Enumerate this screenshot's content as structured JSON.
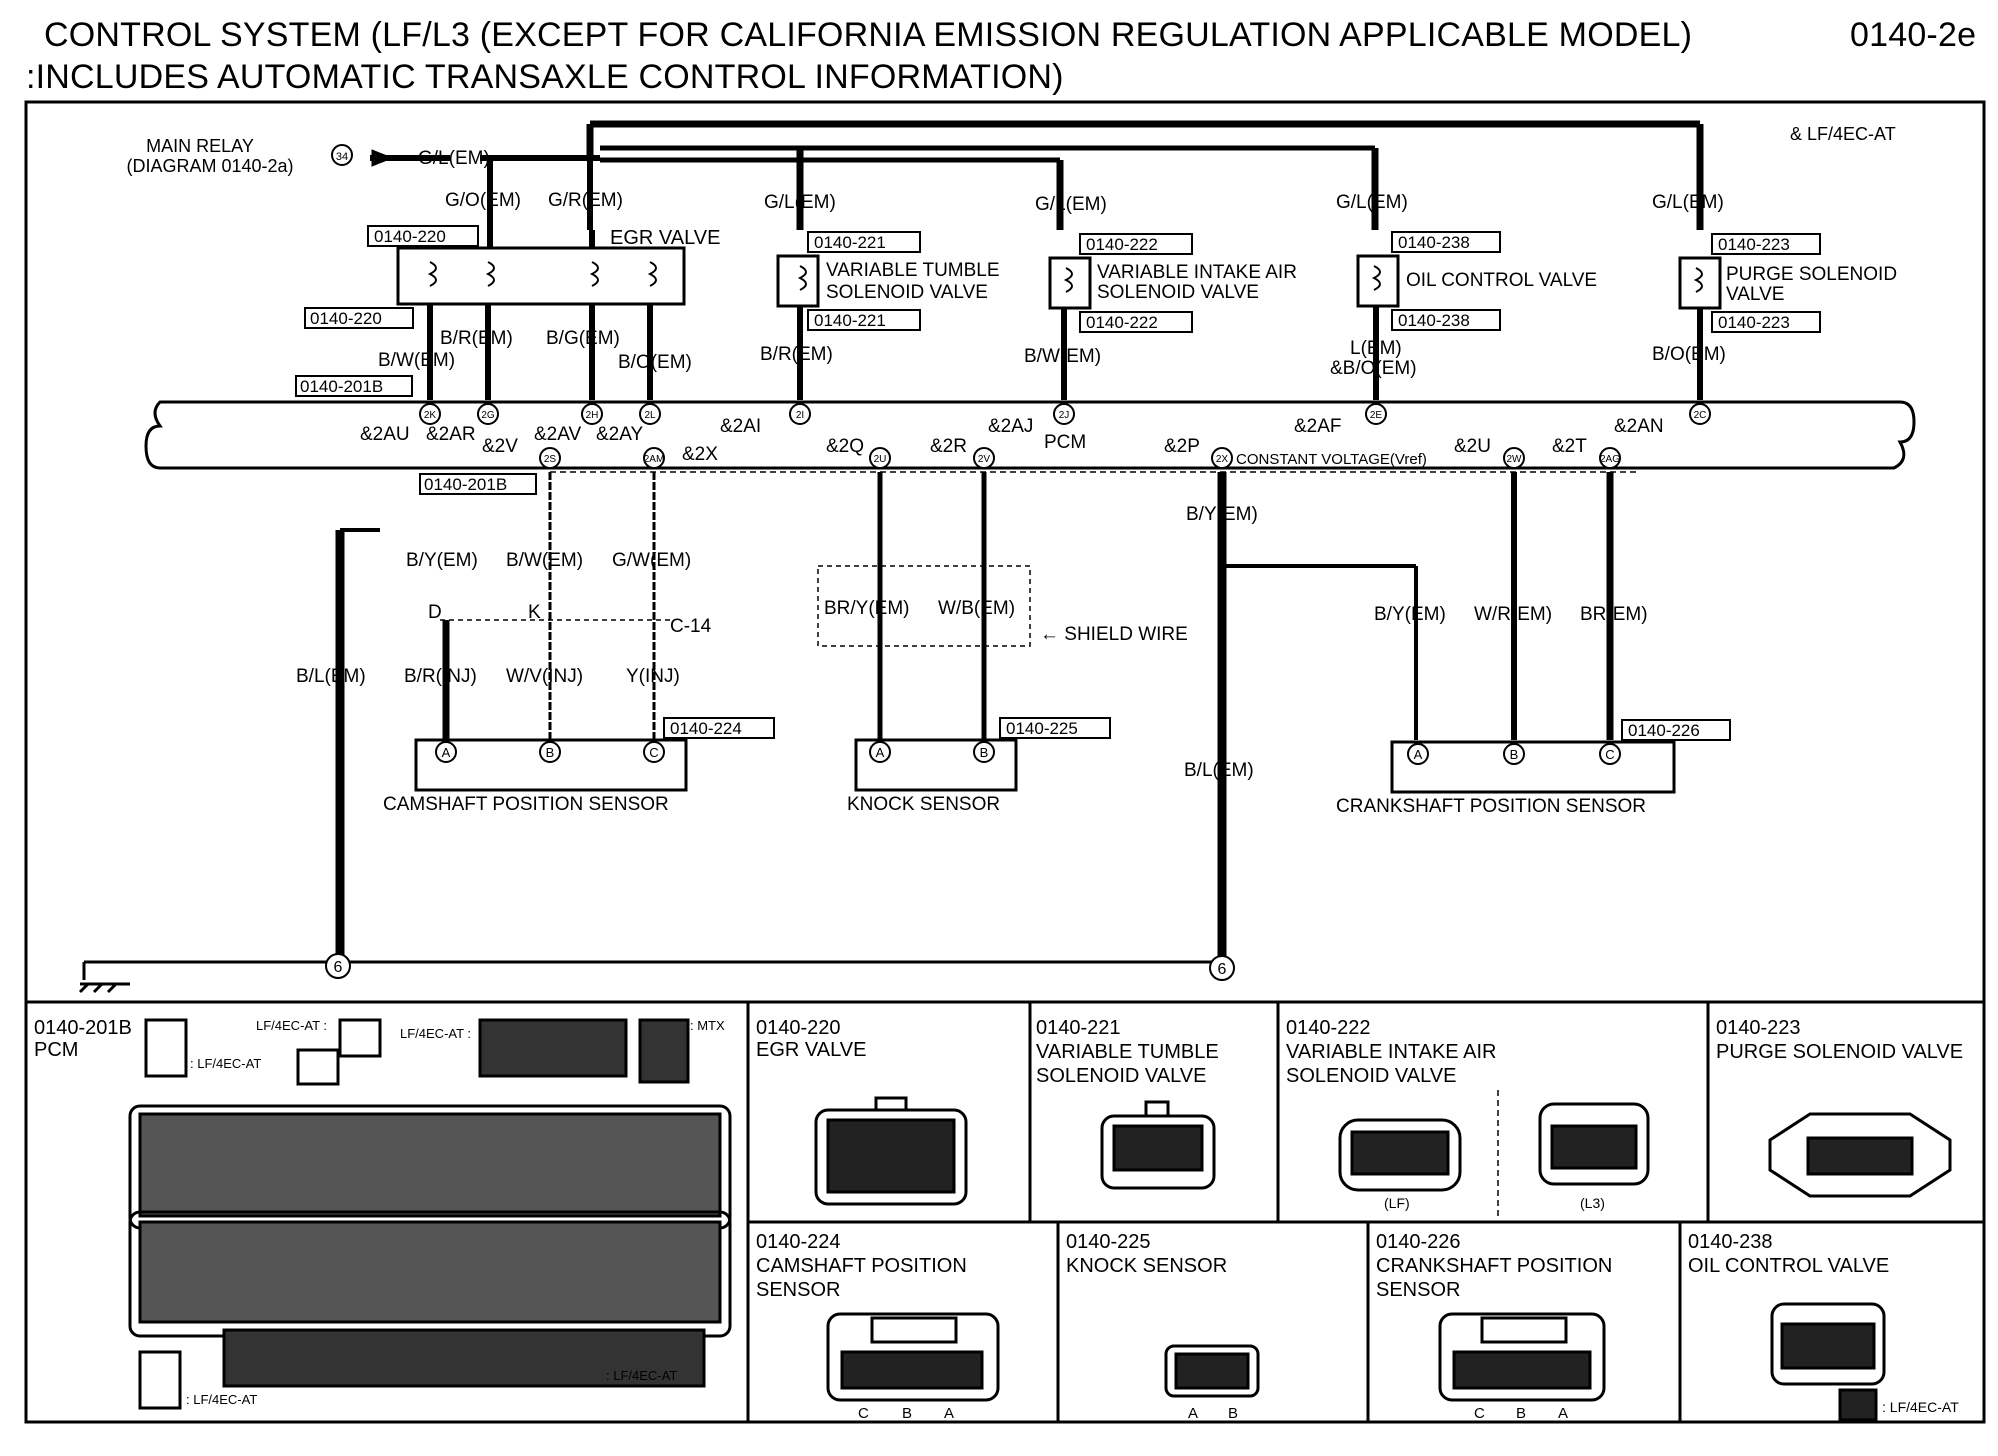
{
  "header": {
    "title_line1": "CONTROL SYSTEM (LF/L3 (EXCEPT FOR CALIFORNIA EMISSION REGULATION APPLICABLE MODEL)",
    "title_line2": ":INCLUDES AUTOMATIC TRANSAXLE CONTROL INFORMATION)",
    "page_number": "0140-2e"
  },
  "top_note": "& LF/4EC-AT",
  "main_relay": {
    "label1": "MAIN RELAY",
    "label2": "(DIAGRAM 0140-2a)",
    "ref": "34",
    "wire": "G/L(EM)"
  },
  "egr": {
    "ref_top": "0140-220",
    "name": "EGR VALVE",
    "ref_bottom": "0140-220",
    "wires_top": [
      "G/O(EM)",
      "G/R(EM)"
    ],
    "wires_bottom": [
      "B/W(EM)",
      "B/R(EM)",
      "B/G(EM)",
      "B/O(EM)"
    ]
  },
  "components": [
    {
      "ref": "0140-221",
      "name1": "VARIABLE TUMBLE",
      "name2": "SOLENOID VALVE",
      "wire_top": "G/L(EM)",
      "wire_bottom": "B/R(EM)",
      "pin": "&2AI"
    },
    {
      "ref": "0140-222",
      "name1": "VARIABLE INTAKE AIR",
      "name2": "SOLENOID VALVE",
      "wire_top": "G/L(EM)",
      "wire_bottom": "B/W(EM)",
      "pin": "&2AJ"
    },
    {
      "ref": "0140-238",
      "name1": "OIL CONTROL VALVE",
      "name2": "",
      "wire_top": "G/L(EM)",
      "wire_bottom": "L(EM)",
      "wire_bottom2": "&B/O(EM)",
      "pin": "&2AF"
    },
    {
      "ref": "0140-223",
      "name1": "PURGE SOLENOID",
      "name2": "VALVE",
      "wire_top": "G/L(EM)",
      "wire_bottom": "B/O(EM)",
      "pin": "&2AN"
    }
  ],
  "pcm": {
    "ref_top": "0140-201B",
    "ref_bottom": "0140-201B",
    "name": "PCM",
    "pins_top": [
      "&2AU",
      "&2AR",
      "&2AV",
      "&2AY",
      "&2AI",
      "&2AJ",
      "&2AF",
      "&2AN"
    ],
    "circles_top": [
      "2K",
      "2G",
      "2H",
      "2L",
      "2I",
      "2J",
      "2E",
      "2C"
    ],
    "pins_bottom": [
      "&2V",
      "&2X",
      "&2Q",
      "&2R",
      "&2P",
      "&2U",
      "&2T"
    ],
    "circles_bottom": [
      "2S",
      "2AM",
      "2U",
      "2V",
      "2X",
      "2W",
      "2AG"
    ],
    "vref_label": "CONSTANT VOLTAGE(Vref)"
  },
  "camshaft": {
    "ref": "0140-224",
    "name": "CAMSHAFT POSITION SENSOR",
    "wires_em": [
      "B/Y(EM)",
      "B/W(EM)",
      "G/W(EM)"
    ],
    "joint_letters": [
      "D",
      "K"
    ],
    "joint_ref": "C-14",
    "wires_inj": [
      "B/R(INJ)",
      "W/V(INJ)",
      "Y(INJ)"
    ],
    "pins": [
      "A",
      "B",
      "C"
    ],
    "ground_wire": "B/L(EM)"
  },
  "knock": {
    "ref": "0140-225",
    "name": "KNOCK SENSOR",
    "wires": [
      "BR/Y(EM)",
      "W/B(EM)"
    ],
    "shield": "SHIELD WIRE",
    "pins": [
      "A",
      "B"
    ]
  },
  "crankshaft": {
    "ref": "0140-226",
    "name": "CRANKSHAFT POSITION SENSOR",
    "wire_common": "B/Y(EM)",
    "wires": [
      "B/Y(EM)",
      "W/R(EM)",
      "BR(EM)"
    ],
    "pins": [
      "A",
      "B",
      "C"
    ],
    "ground_wire": "B/L(EM)"
  },
  "ground_ref": "6",
  "connector_panels": [
    {
      "ref": "0140-201B",
      "name": "PCM"
    },
    {
      "ref": "0140-220",
      "name": "EGR VALVE"
    },
    {
      "ref": "0140-221",
      "name": "VARIABLE TUMBLE SOLENOID VALVE"
    },
    {
      "ref": "0140-222",
      "name": "VARIABLE INTAKE AIR SOLENOID VALVE",
      "sub": [
        "(LF)",
        "(L3)"
      ]
    },
    {
      "ref": "0140-223",
      "name": "PURGE SOLENOID VALVE"
    },
    {
      "ref": "0140-224",
      "name": "CAMSHAFT POSITION SENSOR",
      "pins": [
        "C",
        "B",
        "A"
      ]
    },
    {
      "ref": "0140-225",
      "name": "KNOCK SENSOR",
      "pins": [
        "A",
        "B"
      ]
    },
    {
      "ref": "0140-226",
      "name": "CRANKSHAFT POSITION SENSOR",
      "pins": [
        "C",
        "B",
        "A"
      ]
    },
    {
      "ref": "0140-238",
      "name": "OIL CONTROL VALVE",
      "note": ": LF/4EC-AT"
    }
  ],
  "pcm_panel_notes": {
    "lf4ecat": ": LF/4EC-AT",
    "lf4ecat_short": "LF/4EC-AT :",
    "mtx": ": MTX"
  }
}
